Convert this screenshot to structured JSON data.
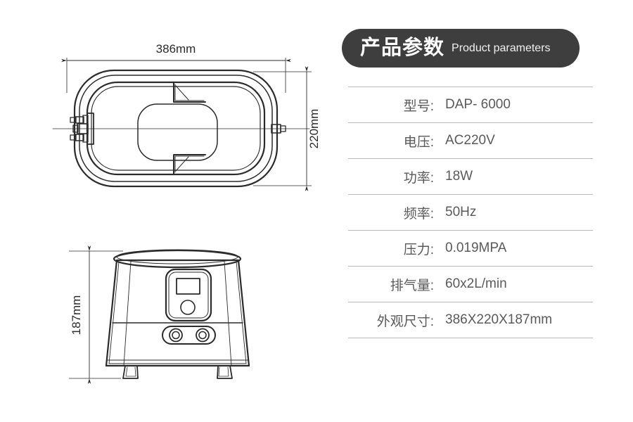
{
  "header": {
    "title_cn": "产品参数",
    "title_en": "Product parameters",
    "pill_color": "#3e3e3e",
    "text_color": "#ffffff"
  },
  "spec_table": {
    "rows": [
      {
        "label": "型号:",
        "value": "DAP- 6000"
      },
      {
        "label": "电压:",
        "value": "AC220V"
      },
      {
        "label": "功率:",
        "value": "18W"
      },
      {
        "label": "频率:",
        "value": "50Hz"
      },
      {
        "label": "压力:",
        "value": "0.019MPA"
      },
      {
        "label": "排气量:",
        "value": "60x2L/min"
      },
      {
        "label": "外观尺寸:",
        "value": "386X220X187mm"
      }
    ],
    "text_color": "#5a5a5a",
    "rule_color": "#b9b9b9"
  },
  "drawings": {
    "top_view": {
      "name": "top-view",
      "width_dimension": "386mm",
      "height_dimension": "220mm"
    },
    "front_view": {
      "name": "front-view",
      "height_dimension": "187mm"
    },
    "line_color": "#2b2b2b",
    "dimension_color": "#2b2b2b"
  }
}
